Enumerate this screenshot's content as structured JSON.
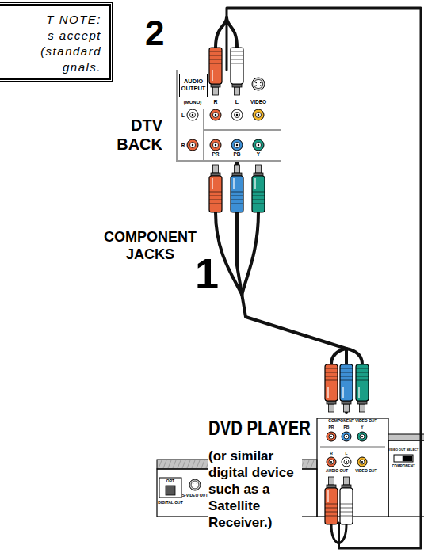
{
  "diagram": {
    "nodes": [
      {
        "text": [
          "T NOTE:",
          "s accept (standard gnals."
        ]
      },
      {
        "text": [
          "DTV BACK"
        ]
      },
      {
        "text": [
          "AUDIO OUTPUT"
        ],
        "in": 1
      },
      {
        "text": [
          "DVD PLAYER",
          "(or similar digital device such as a Satellite Receiver.)"
        ]
      }
    ],
    "edges": [
      {
        "from": 3,
        "to": 1,
        "arrow": "none",
        "label": "1"
      },
      {
        "from": 3,
        "to": 1,
        "arrow": "none",
        "label": "2"
      }
    ],
    "labels": [
      "(MONO)",
      "L",
      "R",
      "R",
      "L",
      "VIDEO",
      "PR",
      "PB",
      "Y",
      "COMPONENT JACKS",
      "OPT",
      "DIGITAL OUT",
      "S-VIDEO OUT",
      "COMPONENT VIDEO OUT",
      "PR",
      "PB",
      "Y",
      "L",
      "R",
      "AUDIO OUT",
      "VIDEO OUT",
      "VIDEO OUT SELECT",
      "COMPONENT"
    ]
  }
}
